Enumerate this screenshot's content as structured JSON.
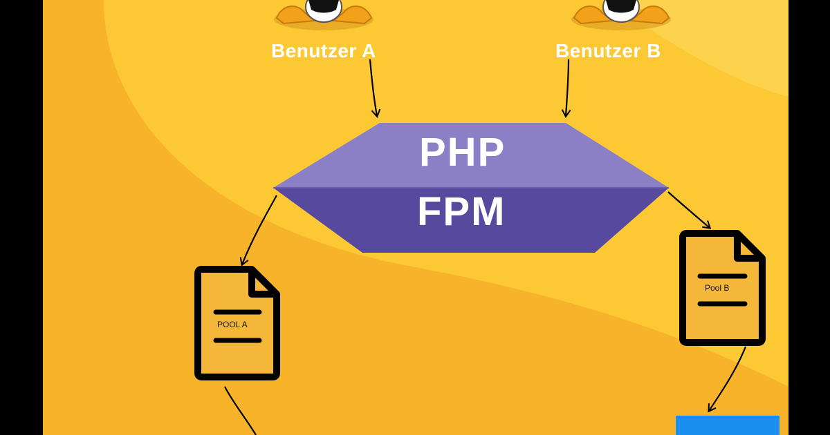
{
  "users": [
    {
      "label": "Benutzer A"
    },
    {
      "label": "Benutzer B"
    }
  ],
  "server": {
    "line1": "PHP",
    "line2": "FPM"
  },
  "pools": [
    {
      "label": "POOL A"
    },
    {
      "label": "Pool B"
    }
  ],
  "colors": {
    "background_light": "#fcc935",
    "background_dark": "#f7b32a",
    "hexagon_top": "#8b7fc6",
    "hexagon_bottom": "#574a9e",
    "document_fill": "#f5b73a",
    "document_stroke": "#000000",
    "accent_blue": "#1a8ff0"
  }
}
